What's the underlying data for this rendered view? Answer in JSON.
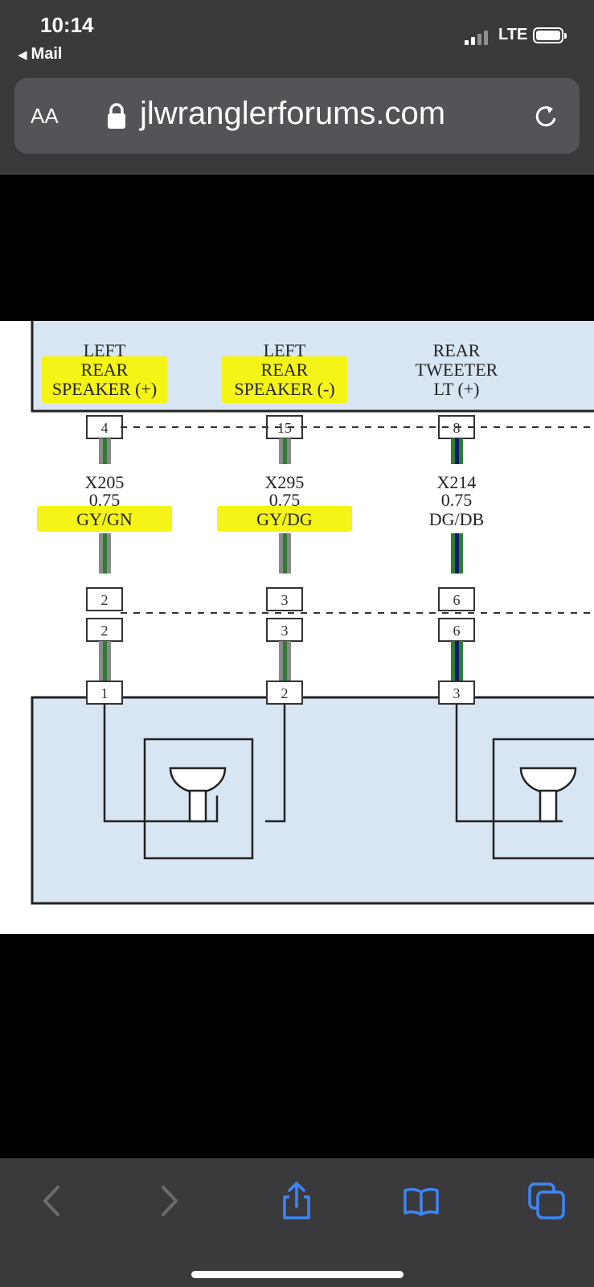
{
  "status_bar": {
    "time": "10:14",
    "back_app": "Mail",
    "network": "LTE"
  },
  "address_bar": {
    "text_size_button": "AA",
    "domain": "jlwranglerforums.com"
  },
  "diagram": {
    "columns": [
      {
        "label_lines": [
          "LEFT",
          "REAR",
          "SPEAKER (+)"
        ],
        "top_pin": "4",
        "wire_id": "X205",
        "gauge": "0.75",
        "color_code": "GY/GN",
        "mid_pin_upper": "2",
        "mid_pin_lower": "2",
        "bottom_pin": "1"
      },
      {
        "label_lines": [
          "LEFT",
          "REAR",
          "SPEAKER (-)"
        ],
        "top_pin": "15",
        "wire_id": "X295",
        "gauge": "0.75",
        "color_code": "GY/DG",
        "mid_pin_upper": "3",
        "mid_pin_lower": "3",
        "bottom_pin": "2"
      },
      {
        "label_lines": [
          "REAR",
          "TWEETER",
          "LT (+)"
        ],
        "top_pin": "8",
        "wire_id": "X214",
        "gauge": "0.75",
        "color_code": "DG/DB",
        "mid_pin_upper": "6",
        "mid_pin_lower": "6",
        "bottom_pin": "3"
      }
    ],
    "colors": {
      "panel_fill": "#d8e6f3",
      "highlight": "#f4f416",
      "wire_grey": "#8a8a8a",
      "wire_green": "#2e7d32",
      "wire_darkblue": "#0d1b6e"
    }
  },
  "toolbar": {
    "back": "back-chevron-icon",
    "forward": "forward-chevron-icon",
    "share": "share-icon",
    "bookmarks": "bookmarks-icon",
    "tabs": "tabs-icon"
  }
}
